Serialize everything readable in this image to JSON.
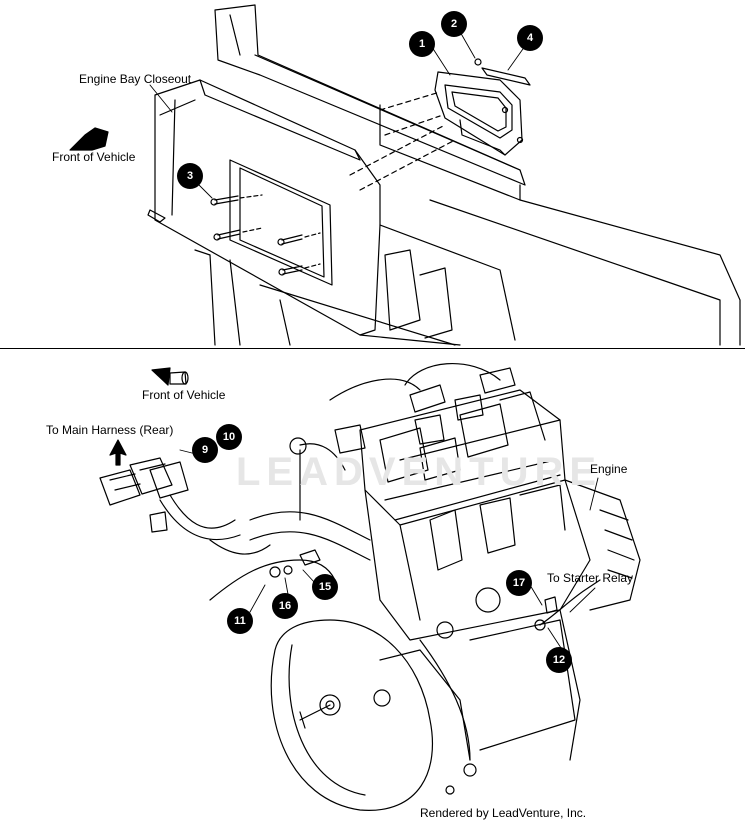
{
  "labels": {
    "engine_bay_closeout": "Engine Bay Closeout",
    "front_of_vehicle_top": "Front of Vehicle",
    "front_of_vehicle_bottom": "Front of Vehicle",
    "to_main_harness": "To Main Harness (Rear)",
    "engine": "Engine",
    "to_starter_relay": "To Starter Relay"
  },
  "callouts": [
    "1",
    "2",
    "3",
    "4",
    "9",
    "10",
    "11",
    "12",
    "15",
    "16",
    "17"
  ],
  "footer": "Rendered by LeadVenture, Inc.",
  "watermark": "LEADVENTURE",
  "colors": {
    "line": "#000000",
    "callout_bg": "#000000",
    "callout_fg": "#ffffff"
  }
}
